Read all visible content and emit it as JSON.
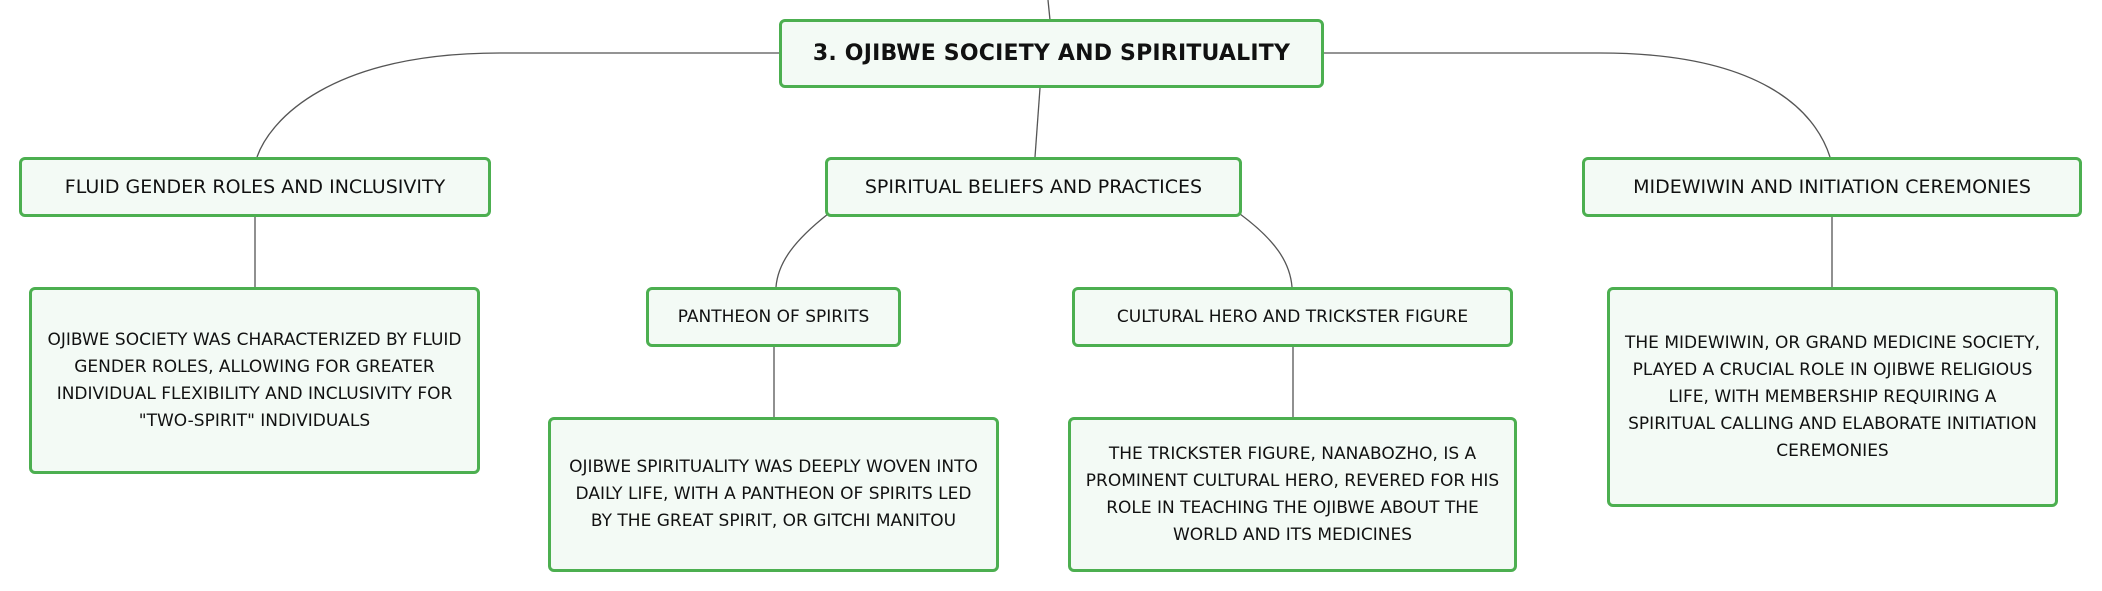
{
  "root": {
    "label": "3. OJIBWE SOCIETY AND SPIRITUALITY"
  },
  "topics": {
    "gender": {
      "label": "FLUID GENDER ROLES AND INCLUSIVITY",
      "detail": "OJIBWE SOCIETY WAS CHARACTERIZED BY FLUID GENDER ROLES, ALLOWING FOR GREATER INDIVIDUAL FLEXIBILITY AND INCLUSIVITY FOR \"TWO-SPIRIT\" INDIVIDUALS"
    },
    "beliefs": {
      "label": "SPIRITUAL BELIEFS AND PRACTICES",
      "pantheon": {
        "label": "PANTHEON OF SPIRITS",
        "detail": "OJIBWE SPIRITUALITY WAS DEEPLY WOVEN INTO DAILY LIFE, WITH A PANTHEON OF SPIRITS LED BY THE GREAT SPIRIT, OR GITCHI MANITOU"
      },
      "trickster": {
        "label": "CULTURAL HERO AND TRICKSTER FIGURE",
        "detail": "THE TRICKSTER FIGURE, NANABOZHO, IS A PROMINENT CULTURAL HERO, REVERED FOR HIS ROLE IN TEACHING THE OJIBWE ABOUT THE WORLD AND ITS MEDICINES"
      }
    },
    "midewiwin": {
      "label": "MIDEWIWIN AND INITIATION CEREMONIES",
      "detail": "THE MIDEWIWIN, OR GRAND MEDICINE SOCIETY, PLAYED A CRUCIAL ROLE IN OJIBWE RELIGIOUS LIFE, WITH MEMBERSHIP REQUIRING A SPIRITUAL CALLING AND ELABORATE INITIATION CEREMONIES"
    }
  },
  "colors": {
    "border": "#4caf50",
    "fill": "#f3faf5",
    "line": "#555555",
    "text": "#111111"
  }
}
